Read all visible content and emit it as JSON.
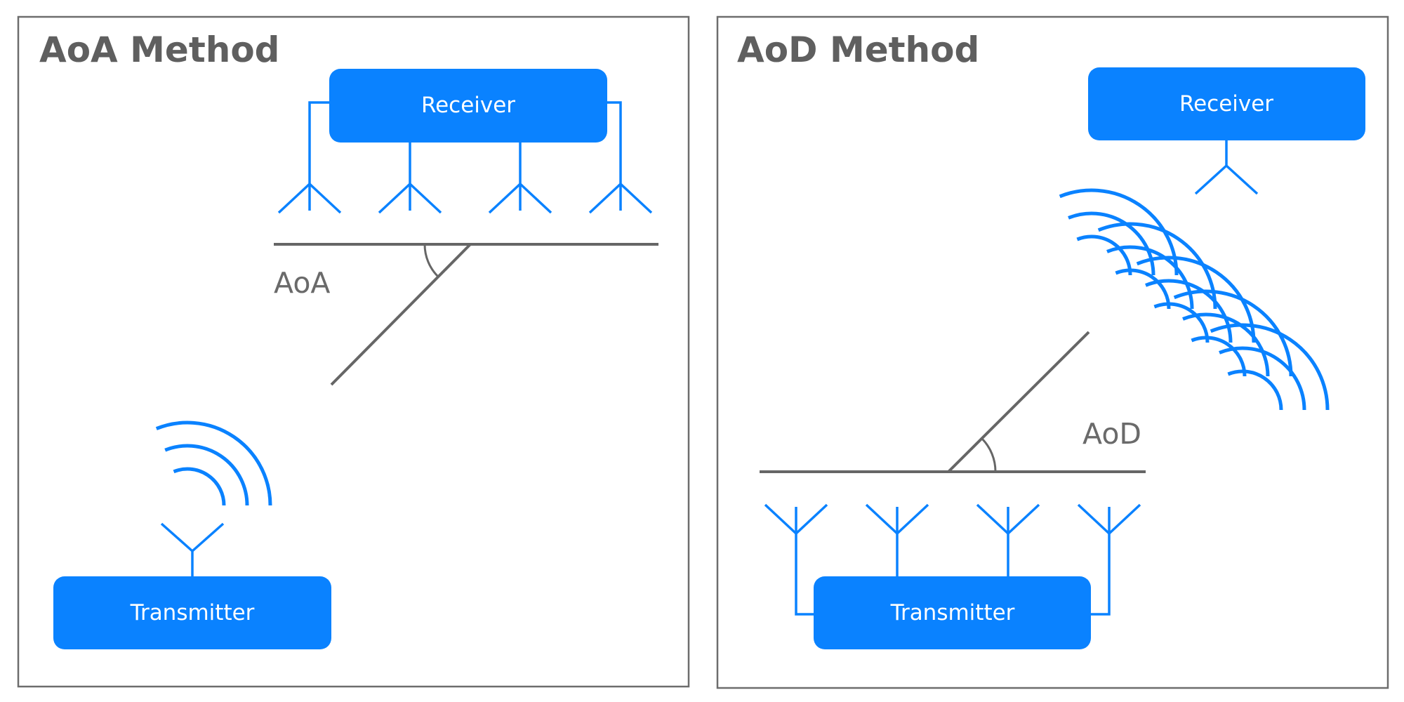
{
  "aoa_panel": {
    "title": "AoA Method",
    "receiver_label": "Receiver",
    "transmitter_label": "Transmitter",
    "angle_label": "AoA"
  },
  "aod_panel": {
    "title": "AoD Method",
    "receiver_label": "Receiver",
    "transmitter_label": "Transmitter",
    "angle_label": "AoD"
  },
  "colors": {
    "device_fill": "#0a82ff",
    "line_gray": "#666666",
    "title_gray": "#5f5f5f"
  },
  "icons": [
    "antenna-icon",
    "signal-waves-icon"
  ]
}
